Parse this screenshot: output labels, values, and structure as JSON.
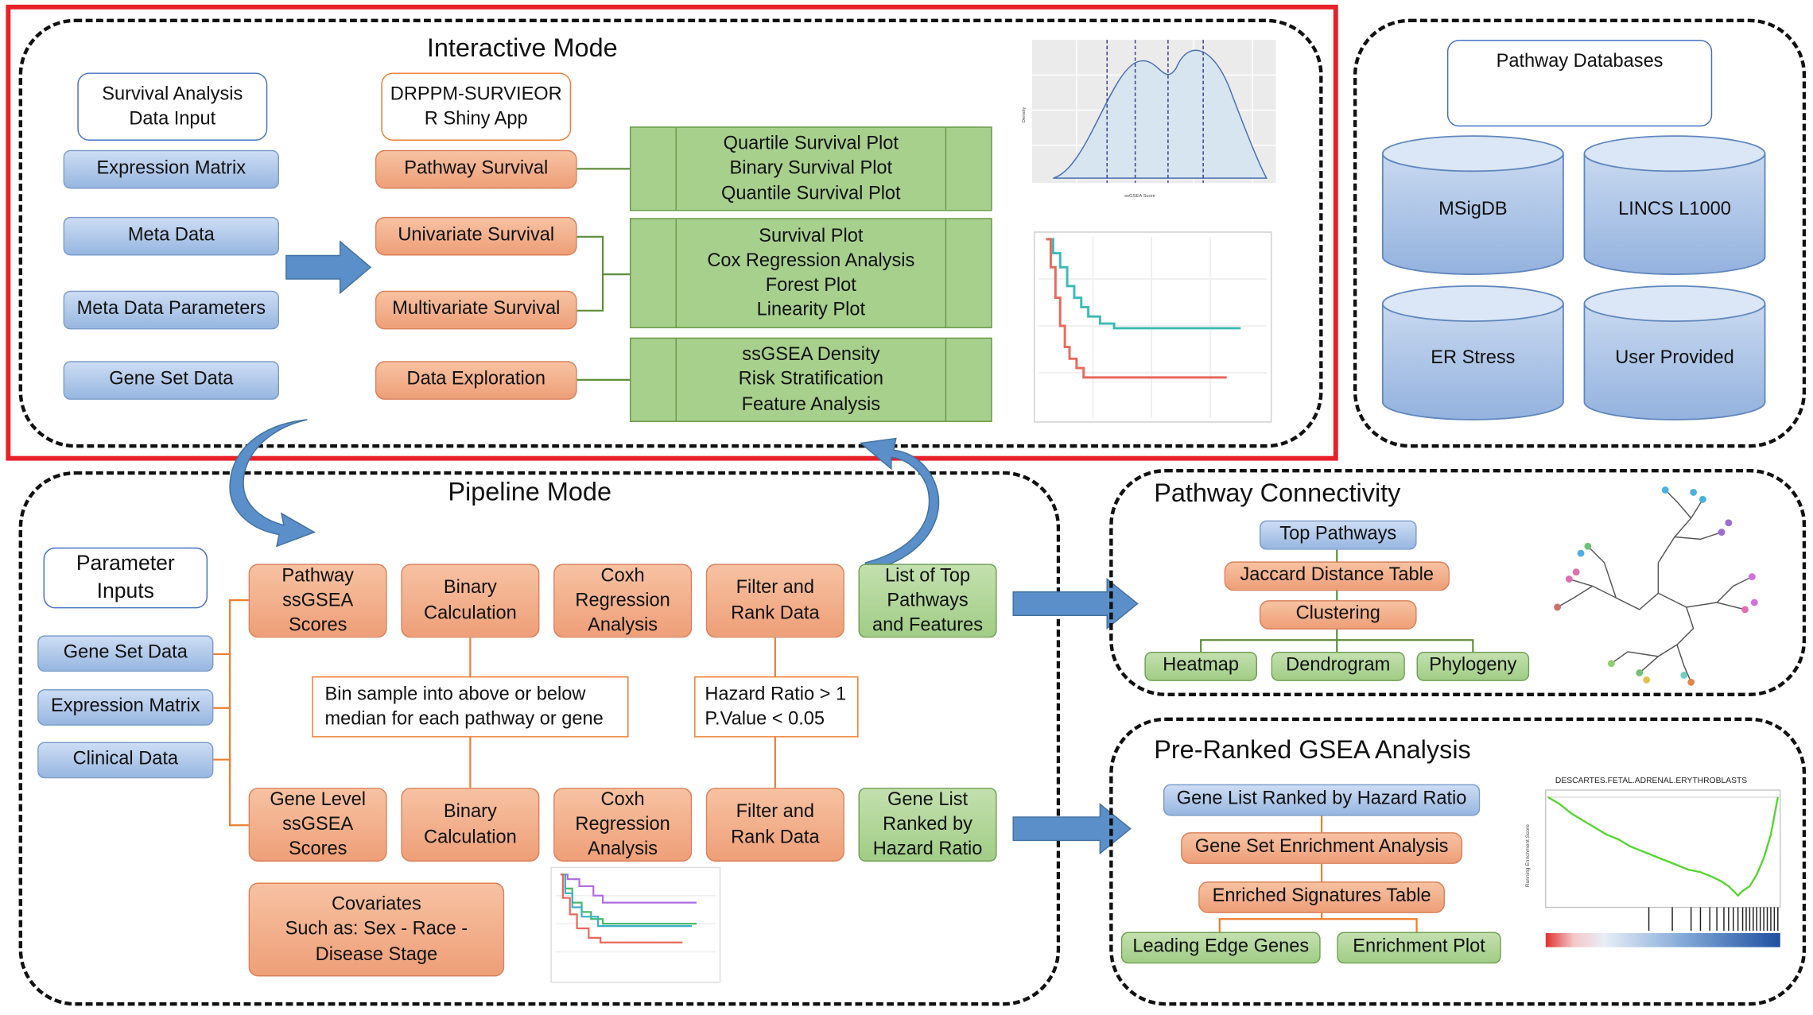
{
  "interactive": {
    "title": "Interactive Mode",
    "data_input": "Survival Analysis\nData Input",
    "inputs": [
      "Expression Matrix",
      "Meta Data",
      "Meta Data Parameters",
      "Gene Set Data"
    ],
    "app_box": "DRPPM-SURVIEOR\nR Shiny App",
    "functions": [
      "Pathway Survival",
      "Univariate Survival",
      "Multivariate Survival",
      "Data Exploration"
    ],
    "outputs": [
      [
        "Quartile Survival Plot",
        "Binary Survival Plot",
        "Quantile Survival Plot"
      ],
      [
        "Survival Plot",
        "Cox Regression Analysis",
        "Forest Plot",
        "Linearity Plot"
      ],
      [
        "ssGSEA Density",
        "Risk Stratification",
        "Feature Analysis"
      ]
    ],
    "density_xlabel": "ssGSEA Score",
    "density_ylabel": "Density"
  },
  "databases": {
    "title": "Pathway Databases",
    "items": [
      "MSigDB",
      "LINCS L1000",
      "ER Stress",
      "User Provided"
    ]
  },
  "pipeline": {
    "title": "Pipeline Mode",
    "param_box": "Parameter\nInputs",
    "inputs": [
      "Gene Set Data",
      "Expression Matrix",
      "Clinical Data"
    ],
    "row1": [
      "Pathway\nssGSEA\nScores",
      "Binary\nCalculation",
      "Coxh\nRegression\nAnalysis",
      "Filter and\nRank Data",
      "List of Top\nPathways\nand Features"
    ],
    "row2": [
      "Gene Level\nssGSEA\nScores",
      "Binary\nCalculation",
      "Coxh\nRegression\nAnalysis",
      "Filter and\nRank Data",
      "Gene List\nRanked by\nHazard Ratio"
    ],
    "bin_note": "Bin sample into above or below\nmedian for each pathway or gene",
    "hazard_note": "Hazard Ratio > 1\nP.Value < 0.05",
    "covariates": "Covariates\nSuch as: Sex - Race -\nDisease Stage"
  },
  "connectivity": {
    "title": "Pathway Connectivity",
    "top": "Top Pathways",
    "jaccard": "Jaccard Distance Table",
    "clustering": "Clustering",
    "leaves": [
      "Heatmap",
      "Dendrogram",
      "Phylogeny"
    ]
  },
  "gsea": {
    "title": "Pre-Ranked GSEA Analysis",
    "ranked": "Gene List Ranked by Hazard Ratio",
    "enrich": "Gene Set Enrichment Analysis",
    "table": "Enriched Signatures Table",
    "leaves": [
      "Leading Edge Genes",
      "Enrichment Plot"
    ],
    "plot_title": "DESCARTES.FETAL.ADRENAL.ERYTHROBLASTS",
    "plot_ylabel": "Running Enrichment Score"
  },
  "colors": {
    "highlight": "#e8202a",
    "blue_box": "#a9c2e6",
    "orange_box": "#f2ae8a",
    "green_box": "#a8d08d",
    "arrow": "#5b8fc9"
  }
}
